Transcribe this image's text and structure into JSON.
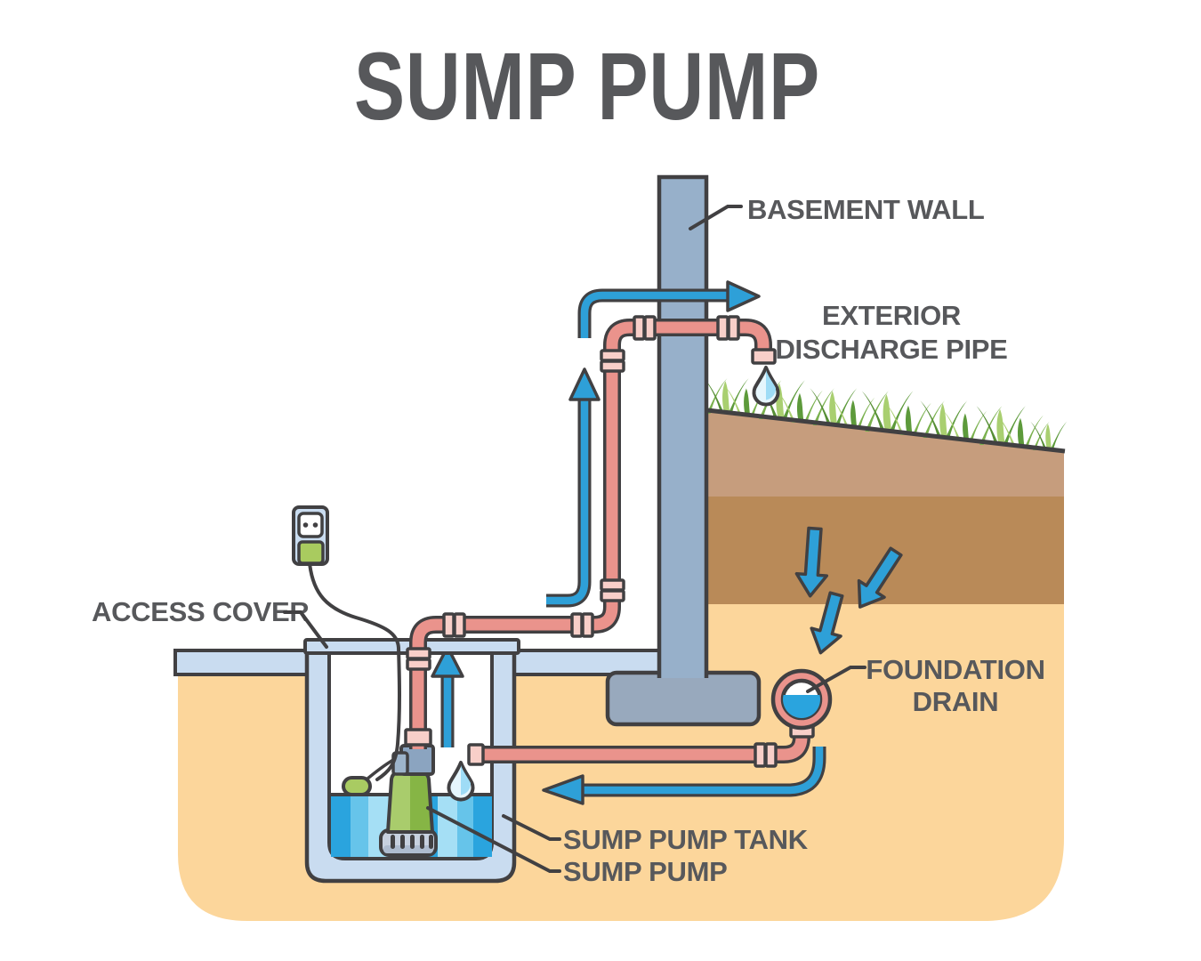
{
  "title": "SUMP PUMP",
  "labels": {
    "basement_wall": "BASEMENT WALL",
    "exterior_discharge_pipe_line1": "EXTERIOR",
    "exterior_discharge_pipe_line2": "DISCHARGE PIPE",
    "access_cover": "ACCESS COVER",
    "foundation_drain_line1": "FOUNDATION",
    "foundation_drain_line2": "DRAIN",
    "sump_pump_tank": "SUMP PUMP TANK",
    "sump_pump": "SUMP PUMP"
  },
  "colors": {
    "label_text": "#57585b",
    "outline": "#414042",
    "pipe_pink": "#ea938c",
    "pipe_joint": "#f8cfc9",
    "flow_blue": "#2ea0d8",
    "tank_water": "#2aa4de",
    "wall_blue_gray": "#97b0ca",
    "footing_gray": "#98a9bd",
    "concrete_light_blue": "#c9dcf0",
    "pump_green_light": "#a9cc6c",
    "pump_green_dark": "#86b545",
    "plug_green": "#a9cb5f",
    "sand": "#fcd69b",
    "topsoil": "#c69d7d",
    "subsoil": "#b98a58",
    "grass_green": "#5d9a3b"
  }
}
